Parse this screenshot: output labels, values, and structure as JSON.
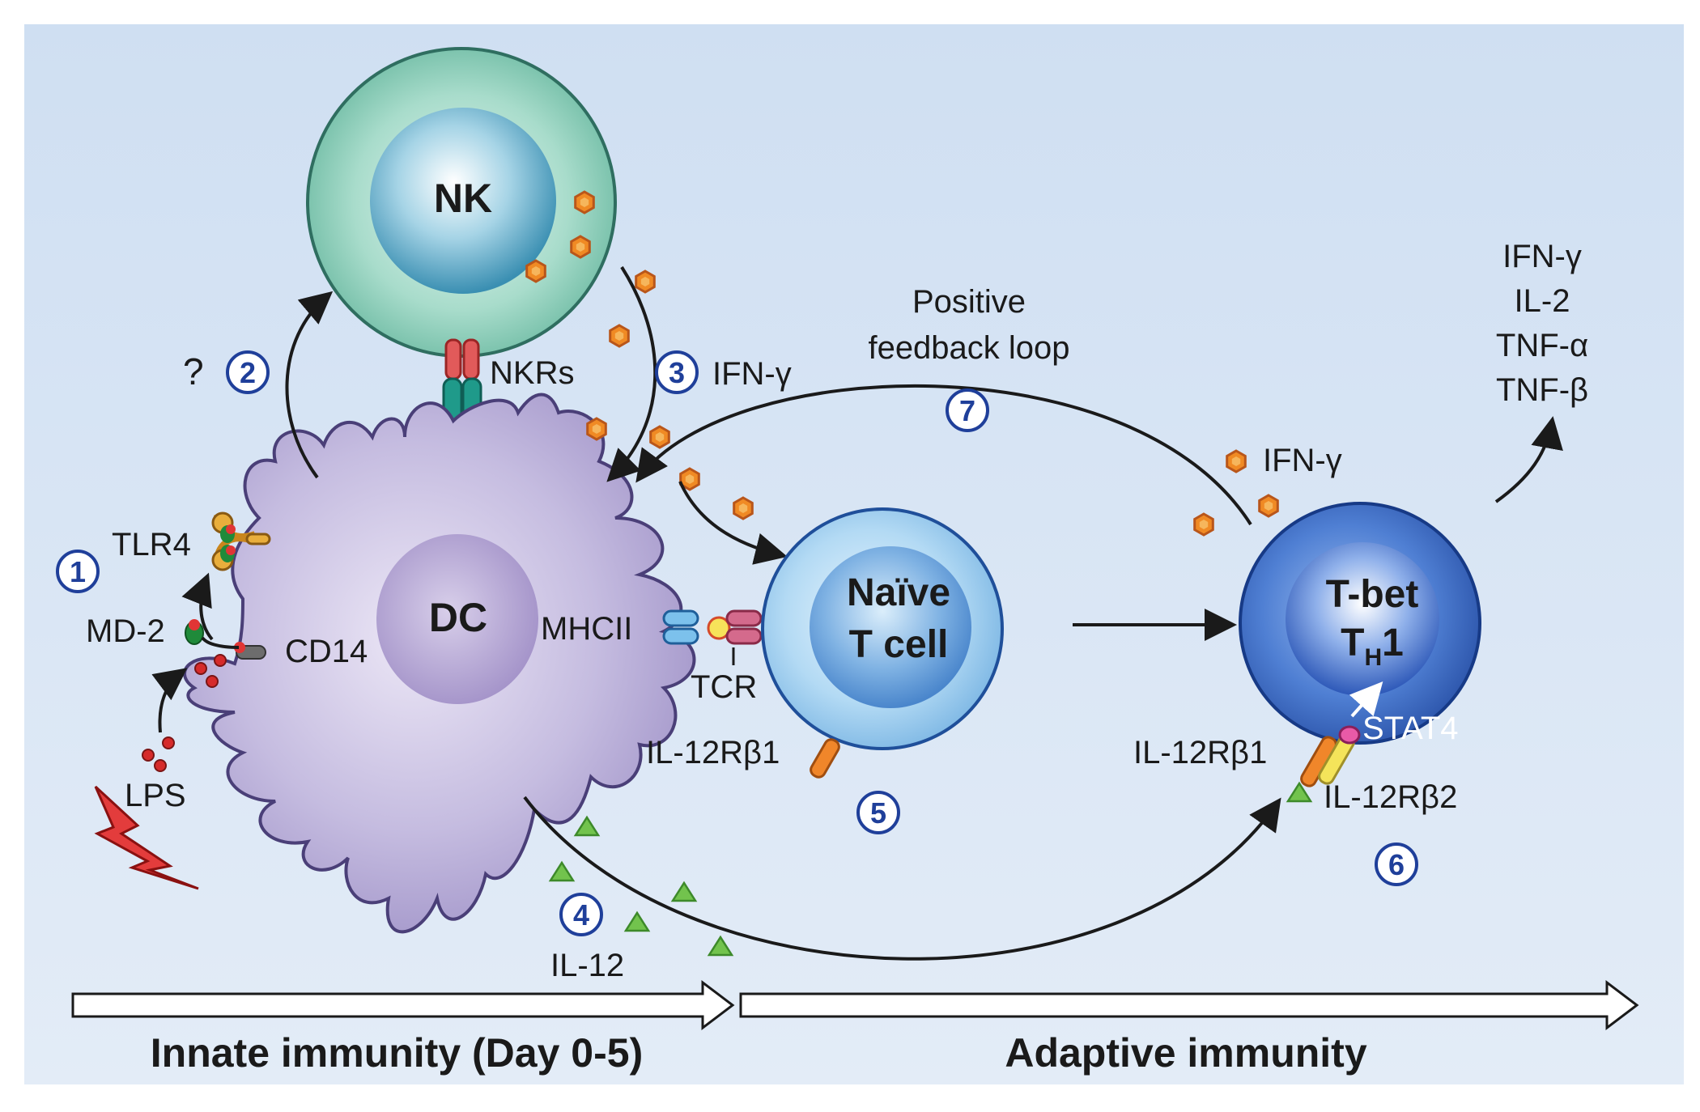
{
  "cells": {
    "nk": "NK",
    "dc": "DC",
    "naive_line1": "Naïve",
    "naive_line2": "T cell",
    "th1_line1": "T-bet",
    "th1_main": "T",
    "th1_sub": "H",
    "th1_tail": "1"
  },
  "molecules": {
    "tlr4": "TLR4",
    "md2": "MD-2",
    "cd14": "CD14",
    "lps": "LPS",
    "nkrs": "NKRs",
    "mhcii": "MHCII",
    "tcr": "TCR",
    "il12rb1_naive": "IL-12Rβ1",
    "il12rb1_th1": "IL-12Rβ1",
    "il12rb2": "IL-12Rβ2",
    "stat4": "STAT4",
    "il12": "IL-12",
    "ifng_nk": "IFN-γ",
    "ifng_th1": "IFN-γ"
  },
  "question_mark": "?",
  "feedback": {
    "line1": "Positive",
    "line2": "feedback loop"
  },
  "outputs": [
    "IFN-γ",
    "IL-2",
    "TNF-α",
    "TNF-β"
  ],
  "steps": [
    "1",
    "2",
    "3",
    "4",
    "5",
    "6",
    "7"
  ],
  "phases": {
    "innate": "Innate immunity (Day 0-5)",
    "adaptive": "Adaptive immunity"
  },
  "colors": {
    "background": "#d6e4f3",
    "step_circle": "#1f3f9a",
    "nk_cell": "#9fd3c4",
    "dc_cell": "#b8aed6",
    "naive_cell": "#9cc8ef",
    "th1_cell": "#3f6cc4",
    "ifng_hexagon": "#f08a24",
    "il12_triangle": "#6dbf4a",
    "lps_dot": "#d62b2b"
  }
}
